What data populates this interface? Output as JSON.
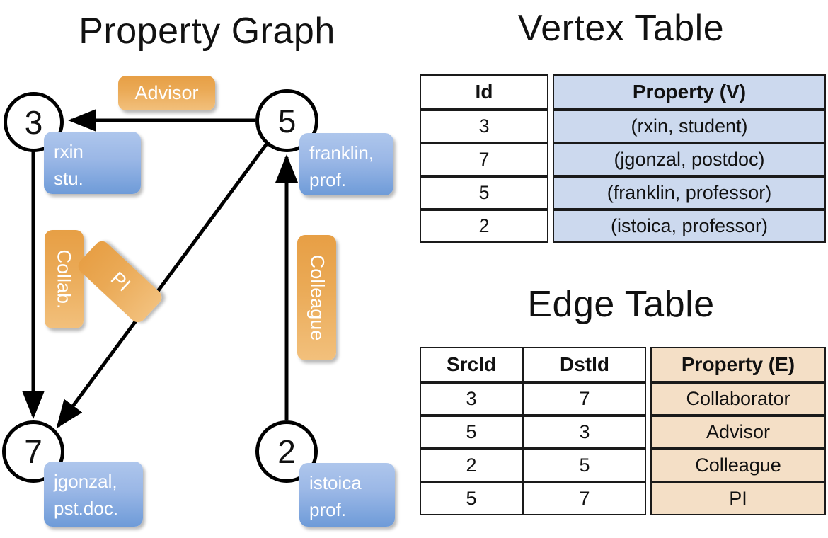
{
  "titles": {
    "property_graph": "Property Graph",
    "vertex_table": "Vertex Table",
    "edge_table": "Edge Table"
  },
  "colors": {
    "vertex_cell": "#ccd9ee",
    "edge_cell": "#f4dfc6",
    "node_box_blue_top": "#aec6ec",
    "node_box_blue_bottom": "#6e9bd8",
    "edge_label_orange_top": "#e79f45",
    "edge_label_orange_bottom": "#f2c07c",
    "stroke": "#000000"
  },
  "graph": {
    "nodes": [
      {
        "id": "3",
        "property_lines": [
          "rxin",
          "stu."
        ]
      },
      {
        "id": "5",
        "property_lines": [
          "franklin,",
          "prof."
        ]
      },
      {
        "id": "7",
        "property_lines": [
          "jgonzal,",
          "pst.doc."
        ]
      },
      {
        "id": "2",
        "property_lines": [
          "istoica",
          "prof."
        ]
      }
    ],
    "edge_labels": [
      {
        "name": "advisor",
        "text": "Advisor"
      },
      {
        "name": "collab",
        "text": "Collab."
      },
      {
        "name": "pi",
        "text": "PI"
      },
      {
        "name": "colleague",
        "text": "Colleague"
      }
    ],
    "edges": [
      {
        "from": "5",
        "to": "3",
        "label": "Advisor"
      },
      {
        "from": "3",
        "to": "7",
        "label": "Collab."
      },
      {
        "from": "5",
        "to": "7",
        "label": "PI"
      },
      {
        "from": "2",
        "to": "5",
        "label": "Colleague"
      }
    ]
  },
  "vertex_table": {
    "headers": [
      "Id",
      "Property (V)"
    ],
    "rows": [
      {
        "id": "3",
        "property": "(rxin, student)"
      },
      {
        "id": "7",
        "property": "(jgonzal, postdoc)"
      },
      {
        "id": "5",
        "property": "(franklin, professor)"
      },
      {
        "id": "2",
        "property": "(istoica, professor)"
      }
    ]
  },
  "edge_table": {
    "headers": [
      "SrcId",
      "DstId",
      "Property (E)"
    ],
    "rows": [
      {
        "src": "3",
        "dst": "7",
        "property": "Collaborator"
      },
      {
        "src": "5",
        "dst": "3",
        "property": "Advisor"
      },
      {
        "src": "2",
        "dst": "5",
        "property": "Colleague"
      },
      {
        "src": "5",
        "dst": "7",
        "property": "PI"
      }
    ]
  }
}
